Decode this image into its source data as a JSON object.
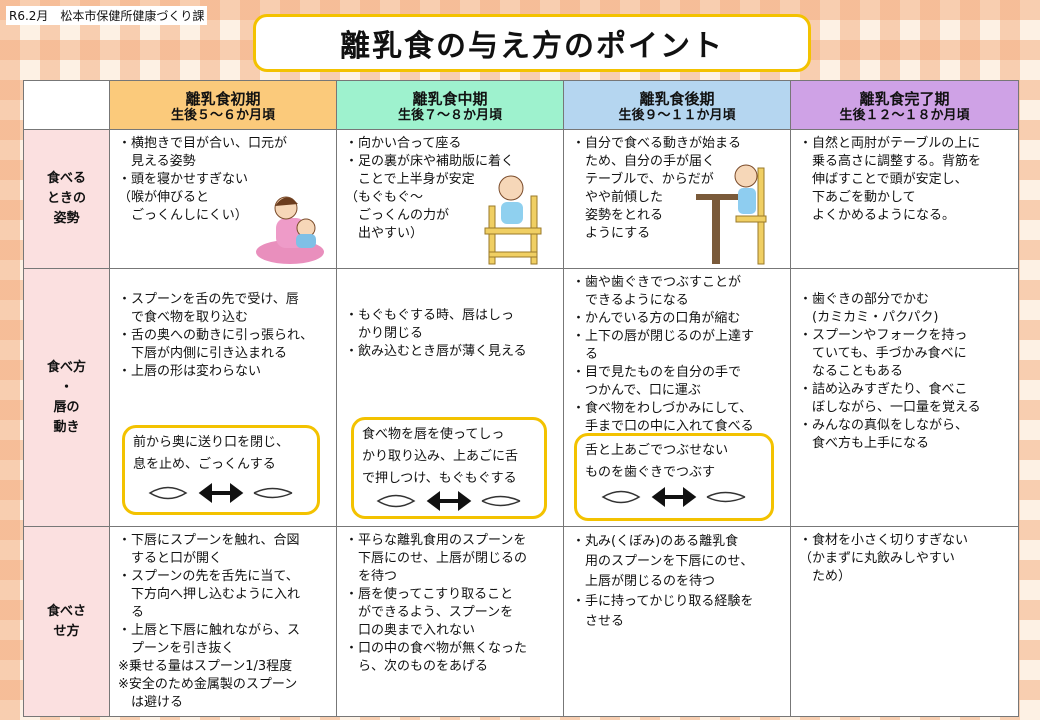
{
  "header": {
    "note": "R6.2月　松本市保健所健康づくり課",
    "title": "離乳食の与え方のポイント"
  },
  "stages": [
    {
      "name": "離乳食初期",
      "age": "生後５～６か月頃",
      "color": "#fbca7b"
    },
    {
      "name": "離乳食中期",
      "age": "生後７～８か月頃",
      "color": "#9ef2ce"
    },
    {
      "name": "離乳食後期",
      "age": "生後９～１１か月頃",
      "color": "#b5d6f0"
    },
    {
      "name": "離乳食完了期",
      "age": "生後１２～１８か月頃",
      "color": "#cfa2e6"
    }
  ],
  "rows": [
    {
      "label": "食べる\nときの\n姿勢",
      "cells": [
        "・横抱きで目が合い、口元が\n　見える姿勢\n・頭を寝かせすぎない\n（喉が伸びると\n　ごっくんしにくい）",
        "・向かい合って座る\n・足の裏が床や補助版に着く\n　ことで上半身が安定\n（もぐもぐ～\n　ごっくんの力が\n　出やすい）",
        "・自分で食べる動きが始まる\n　ため、自分の手が届く\n　テーブルで、からだが\n　やや前傾した\n　姿勢をとれる\n　ようにする",
        "・自然と両肘がテーブルの上に\n　乗る高さに調整する。背筋を\n　伸ばすことで頭が安定し、\n　下あごを動かして\n　よくかめるようになる。"
      ]
    },
    {
      "label": "食べ方\n・\n唇の\n動き",
      "cells": [
        "・スプーンを舌の先で受け、唇\n　で食べ物を取り込む\n・舌の奥への動きに引っ張られ、\n　下唇が内側に引き込まれる\n・上唇の形は変わらない",
        "・もぐもぐする時、唇はしっ\n　かり閉じる\n・飲み込むとき唇が薄く見える",
        "・歯や歯ぐきでつぶすことが\n　できるようになる\n・かんでいる方の口角が縮む\n・上下の唇が閉じるのが上達す\n　る\n・目で見たものを自分の手で\n　つかんで、口に運ぶ\n・食べ物をわしづかみにして、\n　手まで口の中に入れて食べる",
        "・歯ぐきの部分でかむ\n　(カミカミ・パクパク)\n・スプーンやフォークを持っ\n　ていても、手づかみ食べに\n　なることもある\n・詰め込みすぎたり、食べこ\n　ぼしながら、一口量を覚える\n・みんなの真似をしながら、\n　食べ方も上手になる"
      ],
      "callouts": [
        "前から奥に送り口を閉じ、\n息を止め、ごっくんする",
        "食べ物を唇を使ってしっ\nかり取り込み、上あごに舌\nで押しつけ、もぐもぐする",
        "舌と上あごでつぶせない\nものを歯ぐきでつぶす"
      ]
    },
    {
      "label": "食べさ\nせ方",
      "cells": [
        "・下唇にスプーンを触れ、合図\n　すると口が開く\n・スプーンの先を舌先に当て、\n　下方向へ押し込むように入れ\n　る\n・上唇と下唇に触れながら、ス\n　プーンを引き抜く\n※乗せる量はスプーン1/3程度\n※安全のため金属製のスプーン\n　は避ける",
        "・平らな離乳食用のスプーンを\n　下唇にのせ、上唇が閉じるの\n　を待つ\n・唇を使ってこすり取ること\n　ができるよう、スプーンを\n　口の奥まで入れない\n・口の中の食べ物が無くなった\n　ら、次のものをあげる",
        "・丸み(くぼみ)のある離乳食\n　用のスプーンを下唇にのせ、\n　上唇が閉じるのを待つ\n・手に持ってかじり取る経験を\n　させる",
        "・食材を小さく切りすぎない\n（かまずに丸飲みしやすい\n　ため）"
      ]
    }
  ],
  "colors": {
    "row_header": "#fbe0e0",
    "callout_border": "#f3c200"
  },
  "illustrations": [
    "mother-holding-baby",
    "baby-in-high-chair",
    "child-at-table"
  ],
  "icons": [
    "lips-open-icon",
    "double-arrow-icon",
    "lips-closed-icon"
  ]
}
